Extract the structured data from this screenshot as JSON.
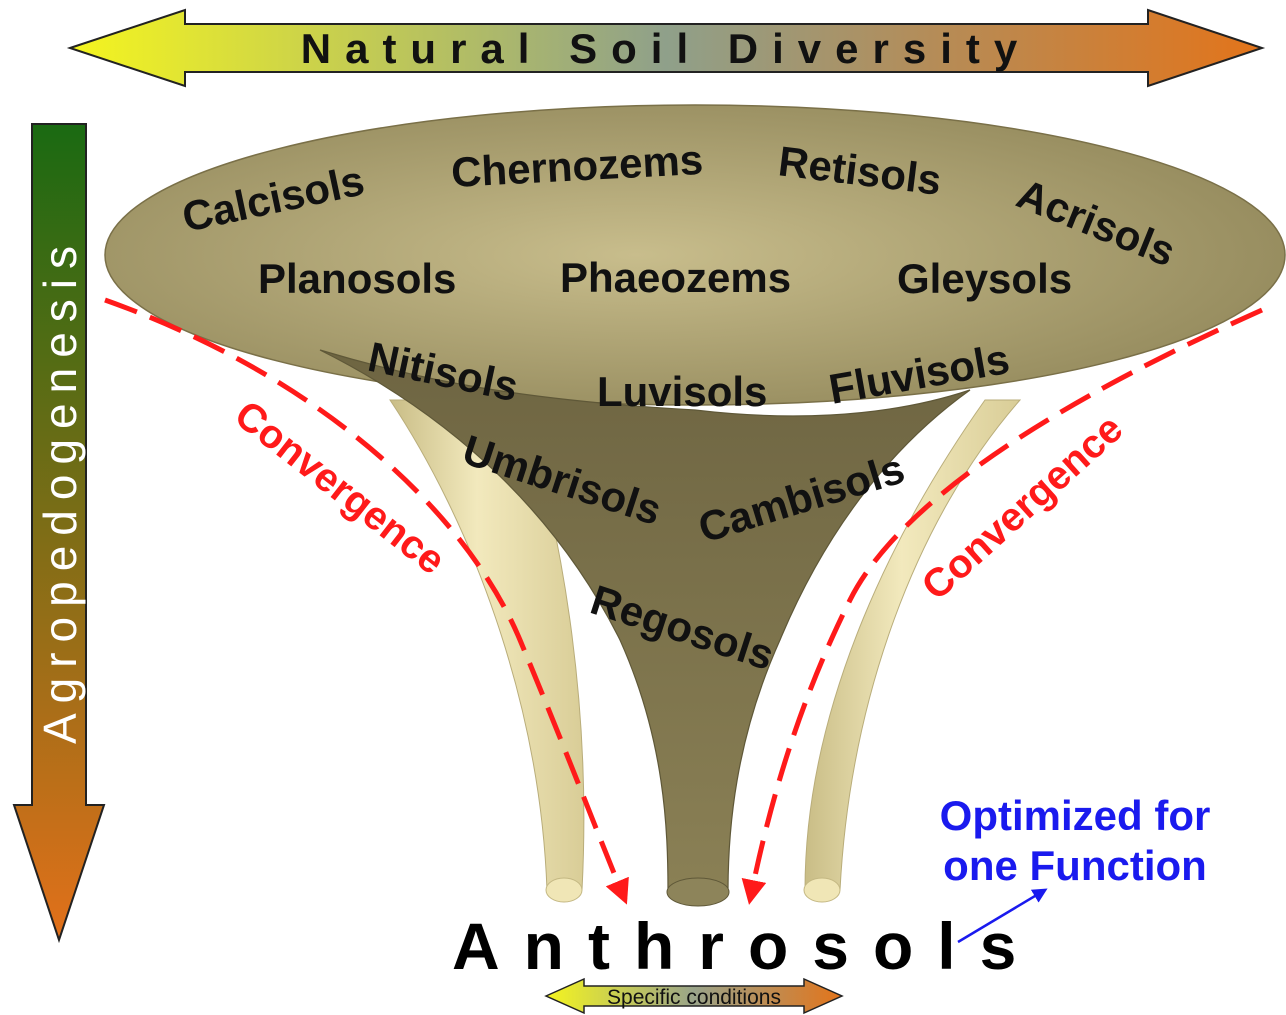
{
  "colors": {
    "diversity_left": "#f5f51e",
    "diversity_mid": "#8fa08a",
    "diversity_right": "#e3741a",
    "agro_top": "#1a6a12",
    "agro_bottom": "#e2701a",
    "funnel_top": "#b8ad80",
    "funnel_dark": "#6e6542",
    "funnel_light": "#e9dfae",
    "convergence": "#ff1a1a",
    "optimized": "#1a1aee"
  },
  "header": {
    "natural_soil_diversity": "Natural Soil Diversity"
  },
  "side": {
    "agropedogenesis": "Agropedogenesis"
  },
  "soils": {
    "calcisols": "Calcisols",
    "chernozems": "Chernozems",
    "retisols": "Retisols",
    "acrisols": "Acrisols",
    "planosols": "Planosols",
    "phaeozems": "Phaeozems",
    "gleysols": "Gleysols",
    "nitisols": "Nitisols",
    "luvisols": "Luvisols",
    "fluvisols": "Fluvisols",
    "umbrisols": "Umbrisols",
    "cambisols": "Cambisols",
    "regosols": "Regosols"
  },
  "convergence": {
    "left": "Convergence",
    "right": "Convergence"
  },
  "result": {
    "anthrosols": "Anthrosols"
  },
  "note": {
    "line1": "Optimized for",
    "line2": "one Function"
  },
  "bottom_arrow": {
    "label": "Specific conditions"
  }
}
